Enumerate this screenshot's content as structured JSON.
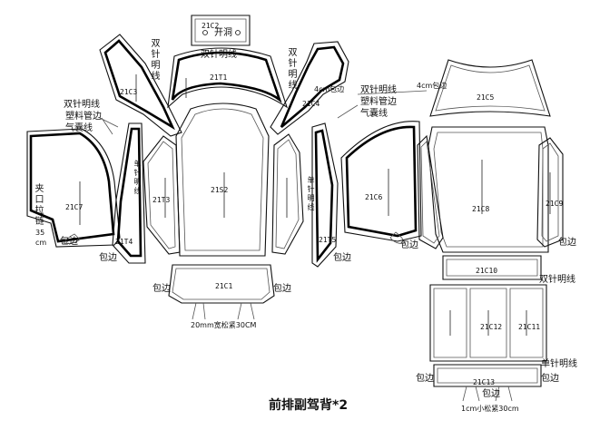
{
  "title": "前排副驾背*2",
  "pieces": {
    "c2": "21C2",
    "t1": "21T1",
    "c3": "21C3",
    "c4": "21C4",
    "c5": "21C5",
    "c7": "21C7",
    "t4": "21T4",
    "t3": "21T3",
    "s2": "21S2",
    "t5": "21T5",
    "c6": "21C6",
    "c8": "21C8",
    "c9": "21C9",
    "c10": "21C10",
    "c1": "21C1",
    "c12": "21C12",
    "c11": "21C11",
    "c13": "21C13"
  },
  "labels": {
    "kaidong": "开洞",
    "double_stitch": "双针明线",
    "double_stitch_left": "双针明线",
    "double_stitch_right": "双针明线",
    "double_stitch_v_left": "双针明线",
    "double_stitch_v_right": "双针明线",
    "single_stitch_v_left": "单针明线",
    "single_stitch_v_right": "单针明线",
    "single_stitch_bottom": "单针明线",
    "double_stitch_c10": "双针明线",
    "plastic_tube": "塑料管边",
    "plastic_tube_right": "塑料管边",
    "airbag": "气囊线",
    "airbag_right": "气囊线",
    "clip_zipper": "夹口拉链",
    "len35": "35",
    "cm": "cm",
    "bind_4cm_left": "4cm包边",
    "bind_4cm_right": "4cm包边",
    "bind": "包边",
    "elastic_left": "20mm宽松紧30CM",
    "elastic_right": "1cm小松紧30cm"
  }
}
